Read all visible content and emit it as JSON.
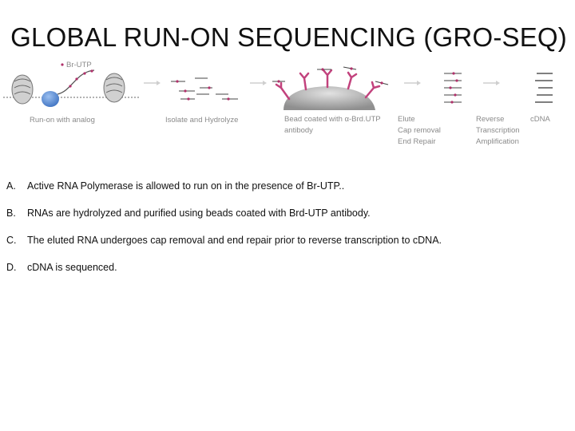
{
  "title": "GLOBAL RUN-ON SEQUENCING (GRO-SEQ)",
  "diagram": {
    "labels": {
      "br_utp": "Br-UTP",
      "run_on": "Run-on with analog",
      "isolate": "Isolate and Hydrolyze",
      "bead_line1": "Bead coated with α-Brd.UTP",
      "bead_line2": "antibody",
      "elute_1": "Elute",
      "elute_2": "Cap removal",
      "elute_3": "End Repair",
      "rt_1": "Reverse",
      "rt_2": "Transcription",
      "rt_3": "Amplification",
      "cdna": "cDNA"
    },
    "colors": {
      "rna_mark": "#b0306a",
      "antibody": "#c2427d",
      "bead": "#9a9a9a",
      "arrow": "#cfcfcf",
      "label": "#8a8a8a",
      "polymerase": "#5b8ed6"
    }
  },
  "steps": [
    {
      "letter": "A.",
      "text": "Active RNA Polymerase is allowed to run on in the presence of Br-UTP.."
    },
    {
      "letter": "B.",
      "text": "RNAs are hydrolyzed and purified using beads coated with Brd-UTP antibody."
    },
    {
      "letter": "C.",
      "text": "The eluted RNA undergoes cap removal and end repair prior to reverse transcription to cDNA."
    },
    {
      "letter": "D.",
      "text": "cDNA is sequenced."
    }
  ]
}
